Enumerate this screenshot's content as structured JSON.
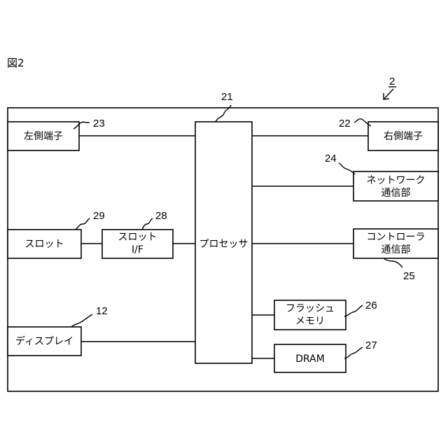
{
  "figure_label": "図2",
  "device_ref": "2",
  "blocks": {
    "processor": {
      "label": "プロセッサ",
      "ref": "21"
    },
    "left_terminal": {
      "label": "左側端子",
      "ref": "23"
    },
    "right_terminal": {
      "label": "右側端子",
      "ref": "22"
    },
    "network": {
      "line1": "ネットワーク",
      "line2": "通信部",
      "ref": "24"
    },
    "controller": {
      "line1": "コントローラ",
      "line2": "通信部",
      "ref": "25"
    },
    "slot": {
      "label": "スロット",
      "ref": "29"
    },
    "slot_if": {
      "line1": "スロット",
      "line2": "I/F",
      "ref": "28"
    },
    "display": {
      "label": "ディスプレイ",
      "ref": "12"
    },
    "flash": {
      "line1": "フラッシュ",
      "line2": "メモリ",
      "ref": "26"
    },
    "dram": {
      "label": "DRAM",
      "ref": "27"
    }
  }
}
